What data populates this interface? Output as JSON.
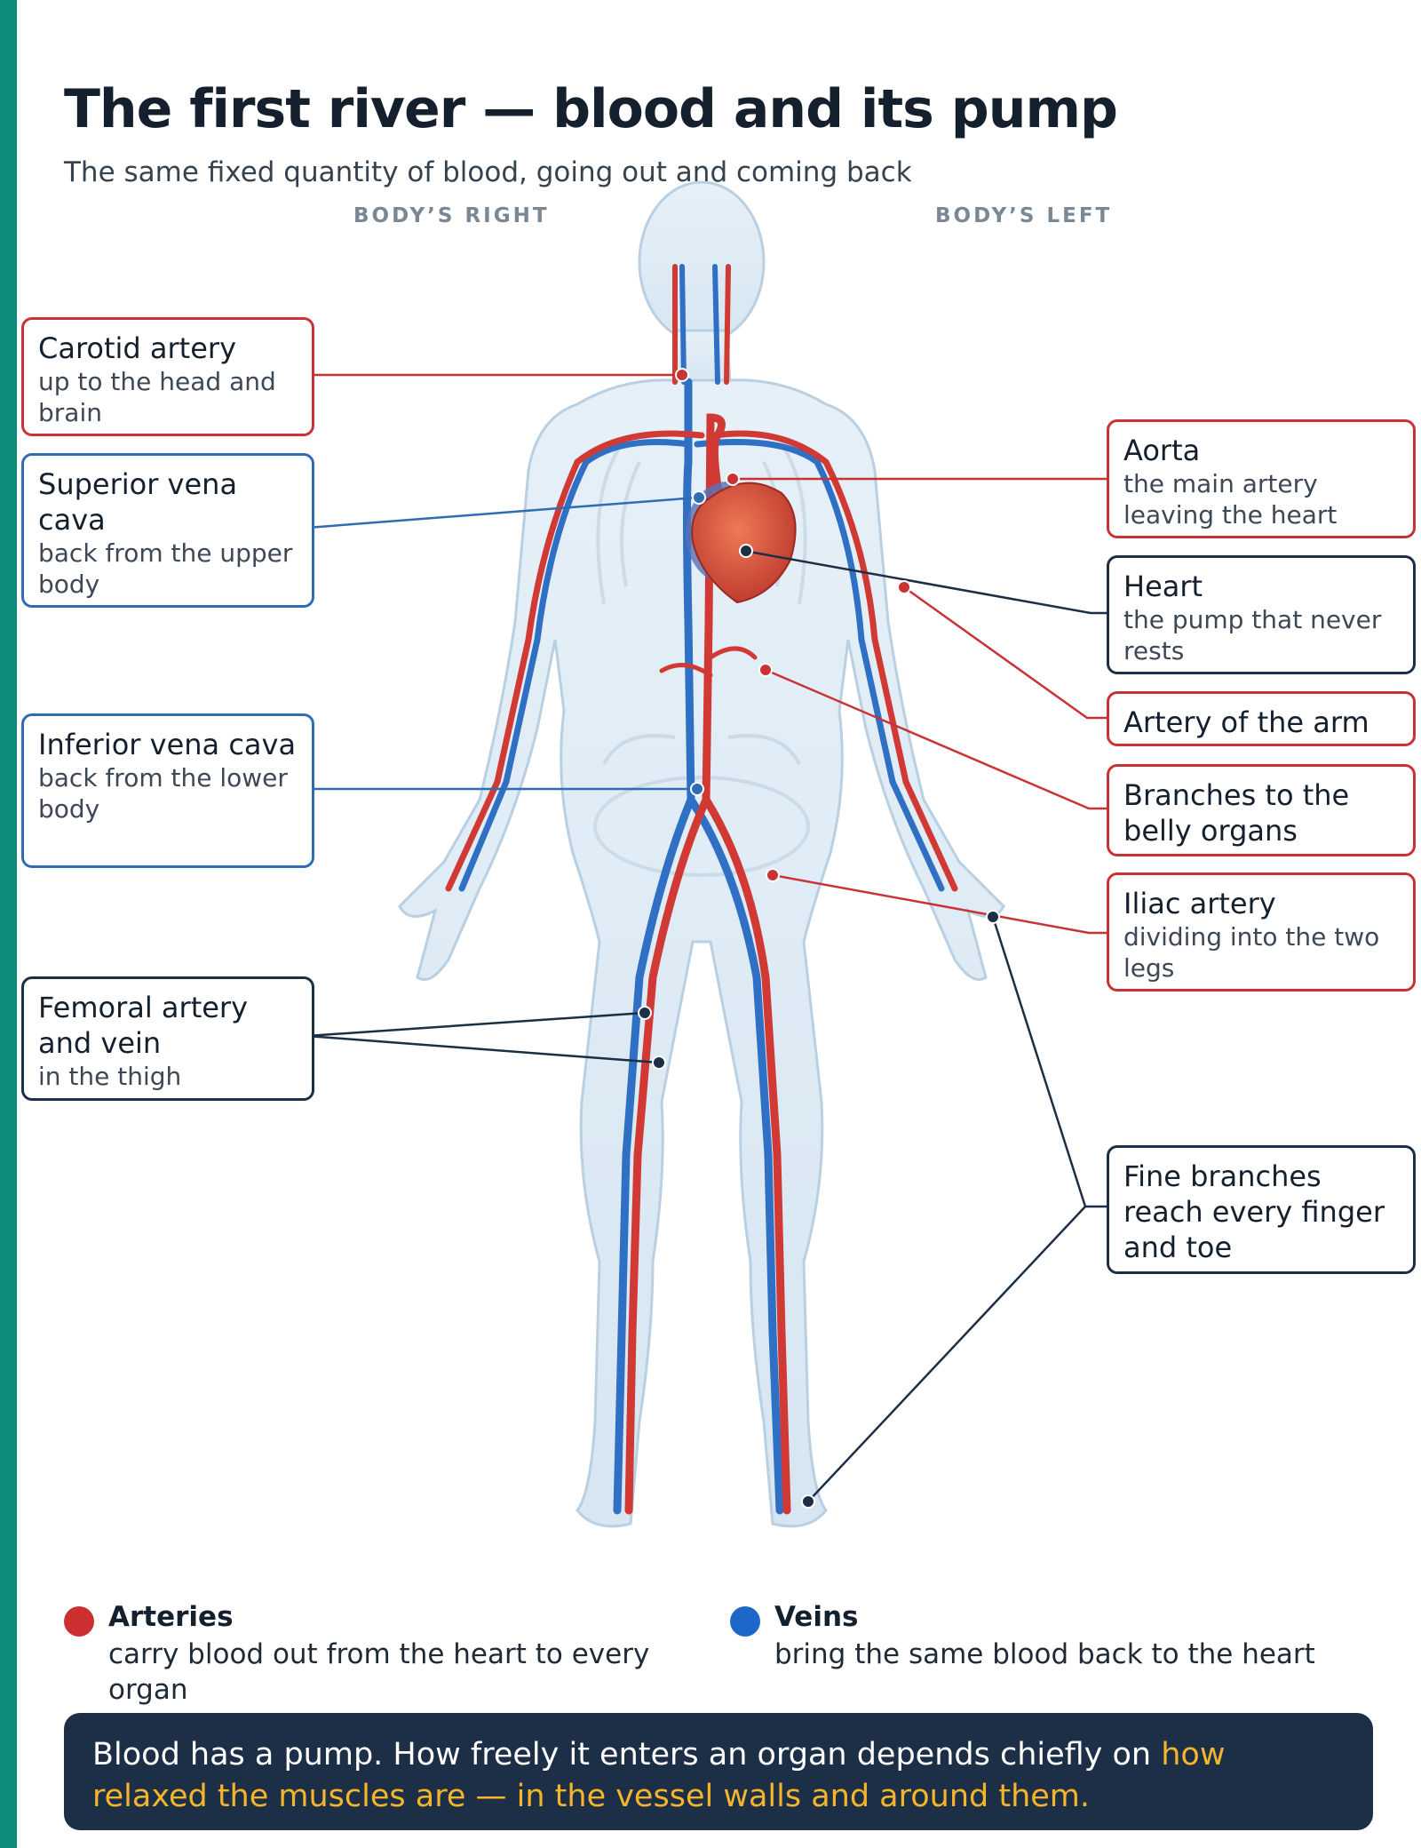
{
  "header": {
    "title": "The first river — blood and its pump",
    "subtitle": "The same fixed quantity of blood, going out and coming back",
    "side_right": "BODY’S RIGHT",
    "side_left": "BODY’S LEFT"
  },
  "callouts": {
    "carotid": {
      "title": "Carotid artery",
      "sub": "up to the head and brain"
    },
    "svc": {
      "title": "Superior vena cava",
      "sub": "back from the upper body"
    },
    "ivc": {
      "title": "Inferior vena cava",
      "sub": "back from the lower body"
    },
    "femoral": {
      "title": "Femoral artery and vein",
      "sub": "in the thigh"
    },
    "aorta": {
      "title": "Aorta",
      "sub": "the main artery leaving the heart"
    },
    "heart": {
      "title": "Heart",
      "sub": "the pump that never rests"
    },
    "arm": {
      "title": "Artery of the arm"
    },
    "belly": {
      "title": "Branches to the belly organs"
    },
    "iliac": {
      "title": "Iliac artery",
      "sub": "dividing into the two legs"
    },
    "fine": {
      "title": "Fine branches reach every finger and toe"
    }
  },
  "legend": {
    "arteries": {
      "title": "Arteries",
      "text": "carry blood out from the heart to every organ"
    },
    "veins": {
      "title": "Veins",
      "text": "bring the same blood back to the heart"
    }
  },
  "banner": {
    "text": "Blood has a pump. How freely it enters an organ depends chiefly on ",
    "highlight": "how relaxed the muscles are — in the vessel walls and around them."
  },
  "colors": {
    "artery": "#d13a34",
    "vein": "#2f6fc4",
    "dark_line": "#1c2f45",
    "highlight": "#f4b52b",
    "accent_stripe": "#0e8c7a"
  }
}
